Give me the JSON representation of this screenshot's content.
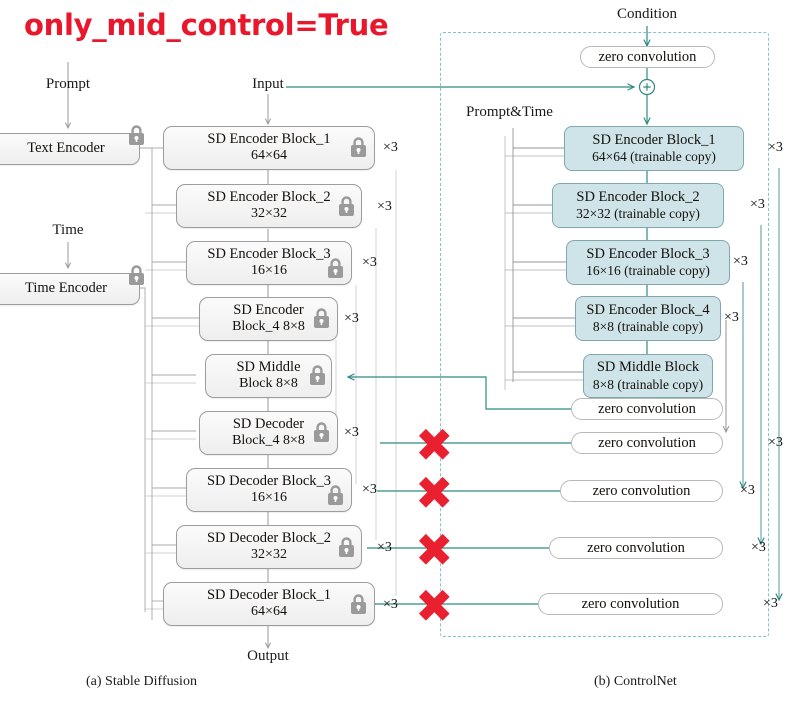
{
  "title": "only_mid_control=True",
  "colors": {
    "title_red": "#e8172b",
    "x_red": "#e8202f",
    "teal_wire": "#2f8a80",
    "grey_wire": "#9a9a9a",
    "trainable_fill": "#cfe4e8",
    "trainable_border": "#7fa8ad",
    "sd_fill": "#eeeeee",
    "sd_border": "#9d9d9d",
    "dashed_border": "#7fc4cf"
  },
  "labels": {
    "prompt": "Prompt",
    "input": "Input",
    "time": "Time",
    "output": "Output",
    "condition": "Condition",
    "prompt_time": "Prompt&Time",
    "plus": "+",
    "x_glyph": "✖"
  },
  "captions": {
    "left": "(a) Stable Diffusion",
    "right": "(b) ControlNet"
  },
  "sd": {
    "encoders": [
      {
        "l1": "Text Encoder",
        "l2": "",
        "locked": true
      },
      {
        "l1": "Time Encoder",
        "l2": "",
        "locked": true
      }
    ],
    "blocks": [
      {
        "l1": "SD Encoder Block_1",
        "l2": "64×64",
        "mult": "×3",
        "locked": true
      },
      {
        "l1": "SD Encoder Block_2",
        "l2": "32×32",
        "mult": "×3",
        "locked": true
      },
      {
        "l1": "SD Encoder Block_3",
        "l2": "16×16",
        "mult": "×3",
        "locked": true
      },
      {
        "l1": "SD Encoder",
        "l2": "Block_4 8×8",
        "mult": "×3",
        "locked": true
      },
      {
        "l1": "SD Middle",
        "l2": "Block 8×8",
        "mult": "",
        "locked": true
      },
      {
        "l1": "SD Decoder",
        "l2": "Block_4 8×8",
        "mult": "×3",
        "locked": true
      },
      {
        "l1": "SD Decoder Block_3",
        "l2": "16×16",
        "mult": "×3",
        "locked": true
      },
      {
        "l1": "SD Decoder Block_2",
        "l2": "32×32",
        "mult": "×3",
        "locked": true
      },
      {
        "l1": "SD Decoder Block_1",
        "l2": "64×64",
        "mult": "×3",
        "locked": true
      }
    ]
  },
  "controlnet": {
    "top_zero_conv": "zero convolution",
    "blocks": [
      {
        "l1": "SD Encoder Block_1",
        "l2": "64×64 (trainable copy)",
        "mult": "×3"
      },
      {
        "l1": "SD Encoder Block_2",
        "l2": "32×32 (trainable copy)",
        "mult": "×3"
      },
      {
        "l1": "SD Encoder Block_3",
        "l2": "16×16 (trainable copy)",
        "mult": "×3"
      },
      {
        "l1": "SD Encoder Block_4",
        "l2": "8×8 (trainable copy)",
        "mult": "×3"
      },
      {
        "l1": "SD Middle Block",
        "l2": "8×8 (trainable copy)",
        "mult": ""
      }
    ],
    "zero_convolutions": [
      {
        "label": "zero convolution",
        "mult": ""
      },
      {
        "label": "zero convolution",
        "mult": "×3"
      },
      {
        "label": "zero convolution",
        "mult": "×3"
      },
      {
        "label": "zero convolution",
        "mult": "×3"
      },
      {
        "label": "zero convolution",
        "mult": "×3"
      }
    ]
  }
}
